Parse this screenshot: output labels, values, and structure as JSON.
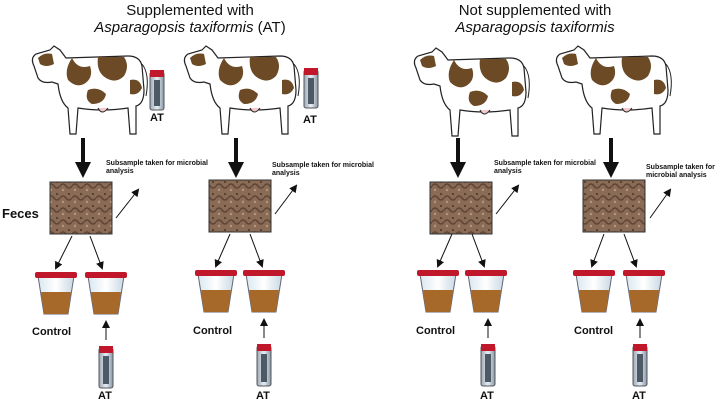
{
  "titles": {
    "left_line1": "Supplemented with",
    "left_species": "Asparagopsis taxiformis",
    "left_suffix": " (AT)",
    "right_line1": "Not supplemented with",
    "right_species": "Asparagopsis taxiformis"
  },
  "labels": {
    "at": "AT",
    "control": "Control",
    "feces": "Feces",
    "subsample": "Subsample taken for microbial analysis"
  },
  "colors": {
    "cow_spot": "#6b4a25",
    "cow_outline": "#222222",
    "arrow": "#111111",
    "cup_lid": "#c0182a",
    "cup_content": "#a7692a",
    "feces_sample": "#8a6b55"
  }
}
